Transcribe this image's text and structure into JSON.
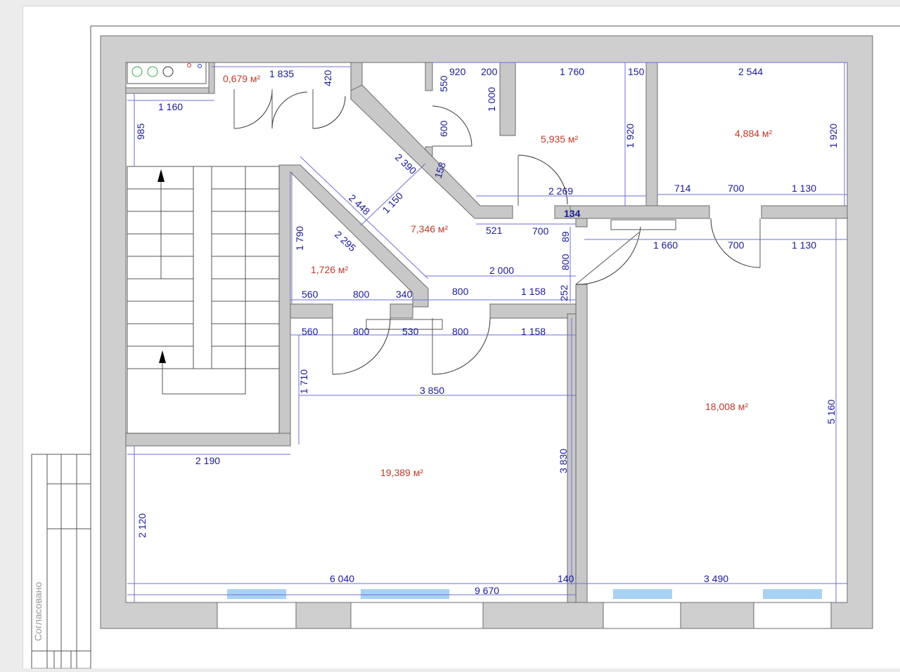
{
  "plan": {
    "areas": {
      "wc": "0,679 м²",
      "office_a": "5,935 м²",
      "office_b": "4,884 м²",
      "hall": "7,346 м²",
      "storage": "1,726 м²",
      "main_room": "19,389 м²",
      "right_room": "18,008 м²"
    },
    "area_sup": "2",
    "dimensions": {
      "d_1835": "1 835",
      "d_420": "420",
      "d_920": "920",
      "d_200": "200",
      "d_1760": "1 760",
      "d_150": "150",
      "d_2544": "2 544",
      "d_550": "550",
      "d_1000": "1 000",
      "d_600": "600",
      "d_1160": "1 160",
      "d_985": "985",
      "d_1920a": "1 920",
      "d_1920b": "1 920",
      "d_2390": "2 390",
      "d_158": "158",
      "d_2269": "2 269",
      "d_714": "714",
      "d_700a": "700",
      "d_1130a": "1 130",
      "d_134": "134",
      "d_2448": "2 448",
      "d_1150": "1 150",
      "d_521": "521",
      "d_700b": "700",
      "d_89": "89",
      "d_1790": "1 790",
      "d_2295": "2 295",
      "d_1660": "1 660",
      "d_700c": "700",
      "d_1130b": "1 130",
      "d_800v": "800",
      "d_2000": "2 000",
      "d_560a": "560",
      "d_800a": "800",
      "d_340": "340",
      "d_800b": "800",
      "d_1158a": "1 158",
      "d_252": "252",
      "d_560b": "560",
      "d_800c": "800",
      "d_530": "530",
      "d_800d": "800",
      "d_1158b": "1 158",
      "d_1710": "1 710",
      "d_3850": "3 850",
      "d_2190": "2 190",
      "d_3830": "3 830",
      "d_5160": "5 160",
      "d_2120": "2 120",
      "d_6040": "6 040",
      "d_140": "140",
      "d_3490": "3 490",
      "d_9670": "9 670"
    }
  },
  "stamp": {
    "vertical_label": "Согласовано"
  },
  "colors": {
    "wall_fill": "#cfcfcf",
    "dimension_text": "#1a1a9a",
    "area_text": "#c0392b",
    "window_fill": "#a8d2f4"
  }
}
